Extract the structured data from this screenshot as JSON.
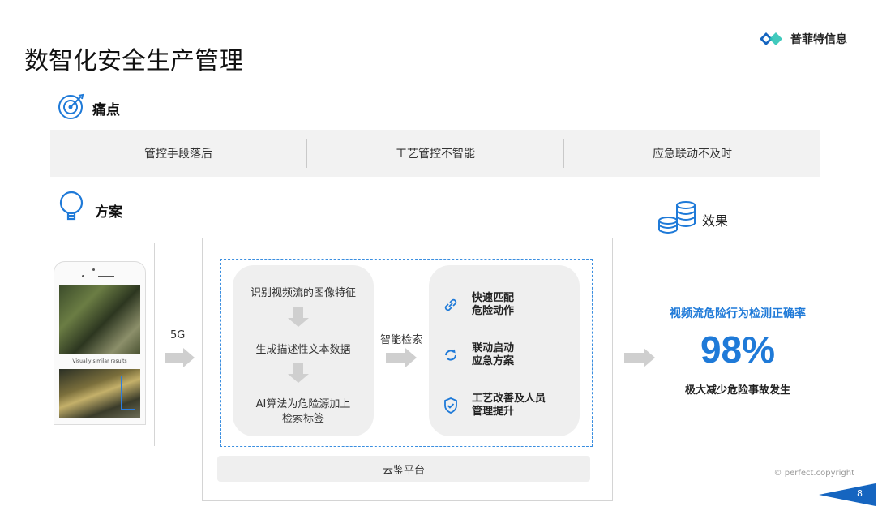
{
  "slide": {
    "title": "数智化安全生产管理",
    "logo_text": "普菲特信息",
    "copyright": "© perfect.copyright",
    "page_number": "8"
  },
  "pain": {
    "label": "痛点",
    "items": [
      "管控手段落后",
      "工艺管控不智能",
      "应急联动不及时"
    ]
  },
  "plan": {
    "label": "方案",
    "link_5g": "5G",
    "steps": [
      "识别视频流的图像特征",
      "生成描述性文本数据",
      "AI算法为危险源加上\n检索标签"
    ],
    "search_label": "智能检索",
    "actions": [
      {
        "icon": "link-icon",
        "text": "快速匹配\n危险动作"
      },
      {
        "icon": "sync-icon",
        "text": "联动启动\n应急方案"
      },
      {
        "icon": "shield-check-icon",
        "text": "工艺改善及人员\n管理提升"
      }
    ],
    "platform": "云鉴平台",
    "phone_result_label": "Visually similar results"
  },
  "effect": {
    "label": "效果",
    "headline": "视频流危险行为检测正确率",
    "value": "98%",
    "subtitle": "极大减少危险事故发生"
  },
  "colors": {
    "accent_blue": "#1f7ad8",
    "panel_gray": "#efefef",
    "page_flag": "#1565c0"
  }
}
